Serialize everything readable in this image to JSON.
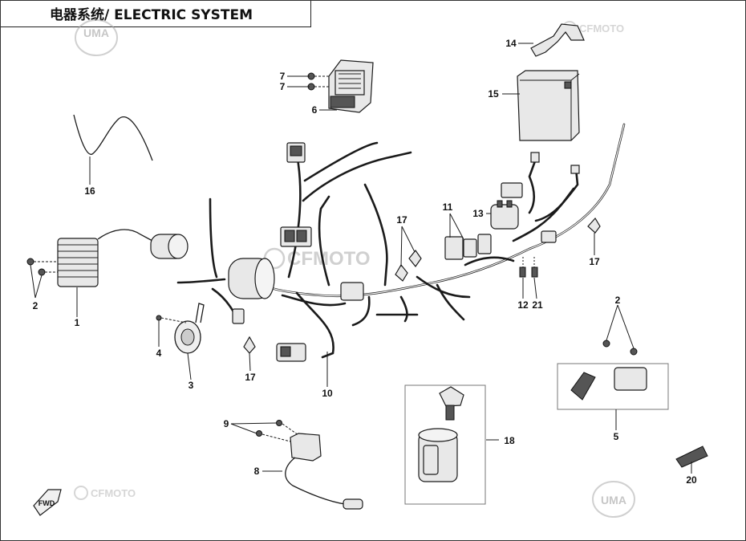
{
  "title": "电器系统/ ELECTRIC SYSTEM",
  "watermarks": {
    "brand": "CFMOTO",
    "dealer": "UMA"
  },
  "fwd_label": "FWD",
  "callouts": {
    "c1": "1",
    "c2a": "2",
    "c2b": "2",
    "c3": "3",
    "c4": "4",
    "c5": "5",
    "c6": "6",
    "c7a": "7",
    "c7b": "7",
    "c8": "8",
    "c9": "9",
    "c10": "10",
    "c11": "11",
    "c12": "12",
    "c13": "13",
    "c14": "14",
    "c15": "15",
    "c16": "16",
    "c17a": "17",
    "c17b": "17",
    "c17c": "17",
    "c18": "18",
    "c20": "20",
    "c21": "21"
  },
  "colors": {
    "line": "#1a1a1a",
    "watermark": "#c8c8c8"
  }
}
